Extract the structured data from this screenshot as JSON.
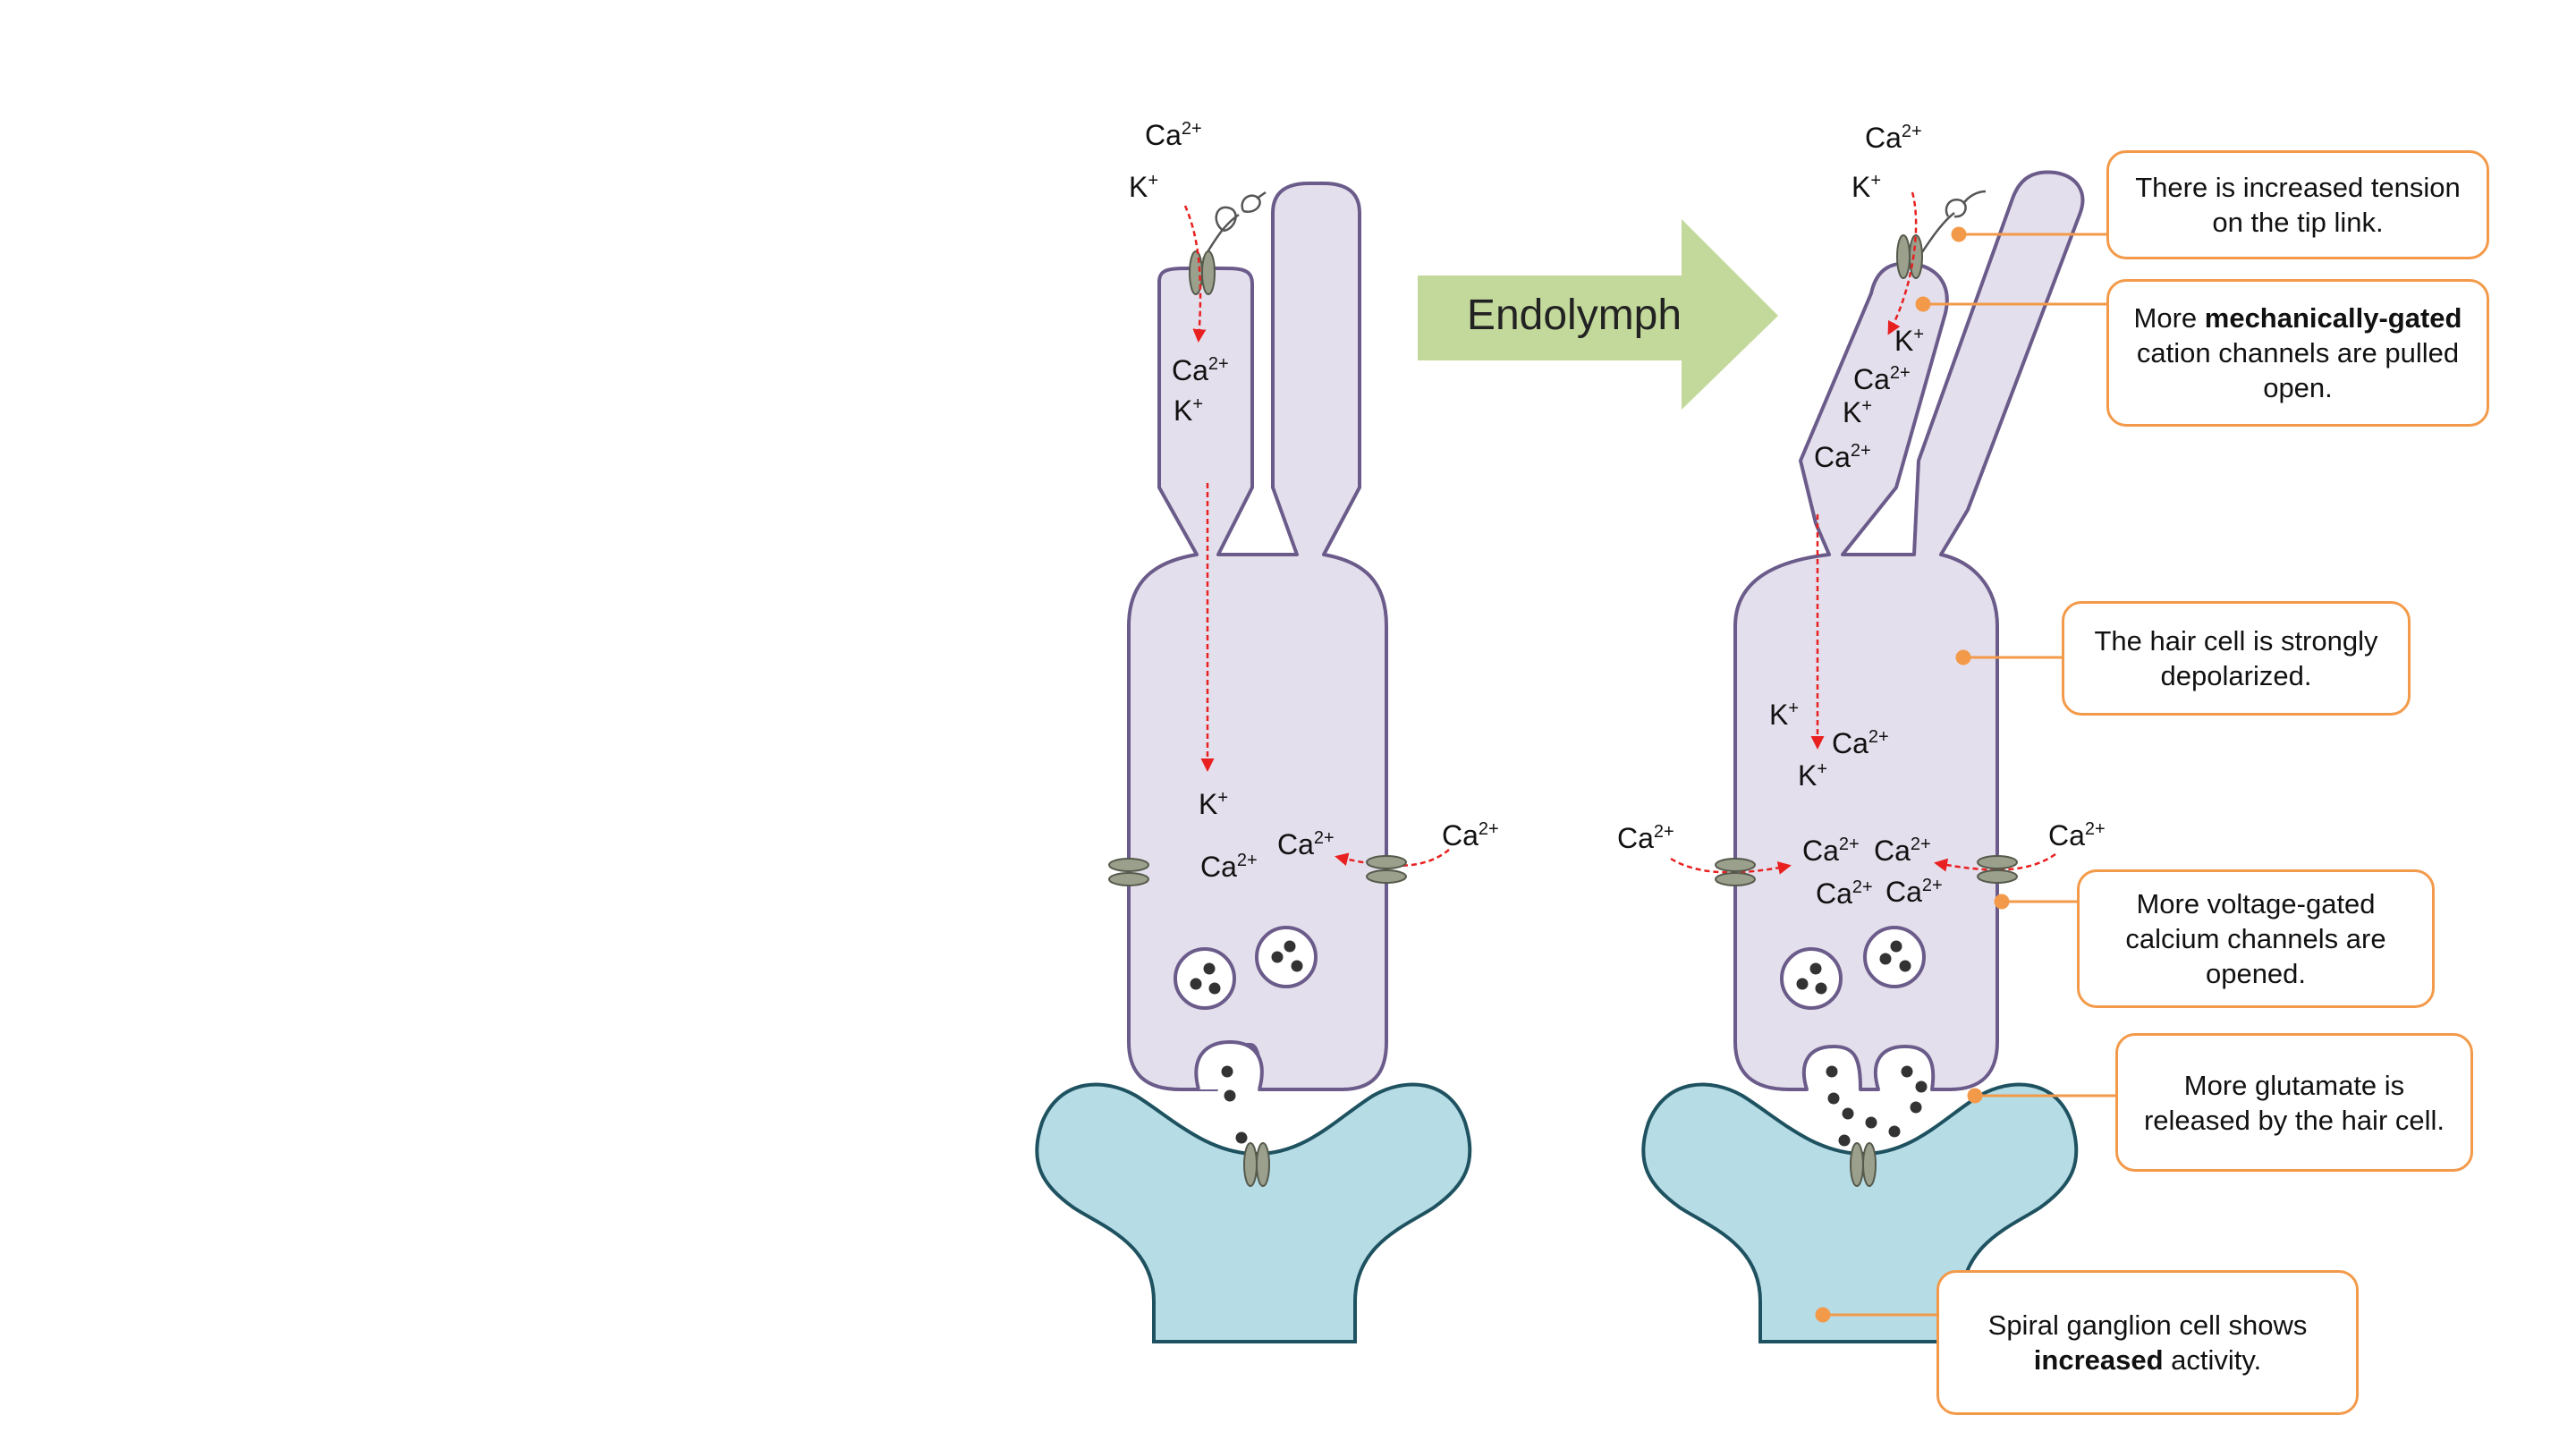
{
  "arrow_label": "Endolymph",
  "ions": {
    "ca": "Ca",
    "ca_sup": "2+",
    "k": "K",
    "k_sup": "+"
  },
  "callouts": {
    "tip_link": {
      "text": "There is increased tension on the tip link."
    },
    "mech_channels": {
      "pre": "More ",
      "bold": "mechanically-gated",
      "post": " cation channels are pulled open."
    },
    "depolarized": {
      "text": "The hair cell is strongly depolarized."
    },
    "voltage_gated": {
      "text": "More voltage-gated calcium channels are opened."
    },
    "glutamate": {
      "text": "More glutamate is released by the hair cell."
    },
    "ganglion": {
      "pre": "Spiral ganglion cell shows ",
      "bold": "increased",
      "post": " activity."
    }
  },
  "colors": {
    "cell_fill": "#e4dfec",
    "cell_stroke": "#6b5b8a",
    "ganglion_fill": "#b6dce6",
    "ganglion_stroke": "#1f5260",
    "arrow_fill": "#c3d99b",
    "callout_border": "#f39a4a",
    "channel_fill": "#9aa08c",
    "ion_flow": "#e82020"
  }
}
